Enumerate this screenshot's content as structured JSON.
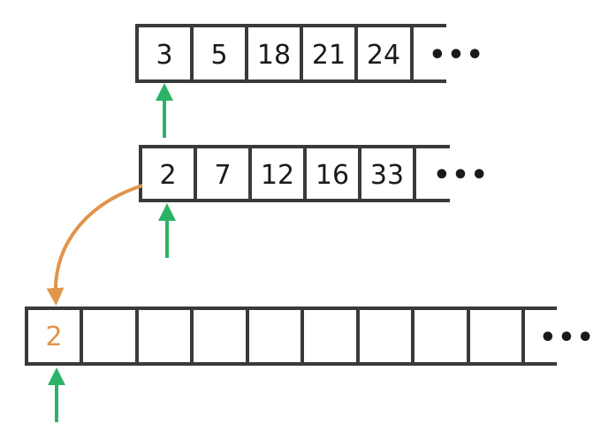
{
  "arrays": [
    {
      "id": "array-a",
      "cells": [
        "3",
        "5",
        "18",
        "21",
        "24"
      ],
      "continuation": "•••",
      "pointer_index": 0
    },
    {
      "id": "array-b",
      "cells": [
        "2",
        "7",
        "12",
        "16",
        "33"
      ],
      "continuation": "•••",
      "pointer_index": 0
    },
    {
      "id": "merged-array",
      "cells": [
        "2",
        "",
        "",
        "",
        "",
        "",
        "",
        "",
        "",
        ""
      ],
      "continuation": "•••",
      "pointer_index": 0
    }
  ],
  "copy_arrow": {
    "from": "array-b.0",
    "to": "merged-array.0"
  },
  "colors": {
    "border": "#3a3a3a",
    "text": "#1a1a1a",
    "pointer": "#2db368",
    "copy_arrow": "#e0954a",
    "copied_value": "#e0954a"
  }
}
